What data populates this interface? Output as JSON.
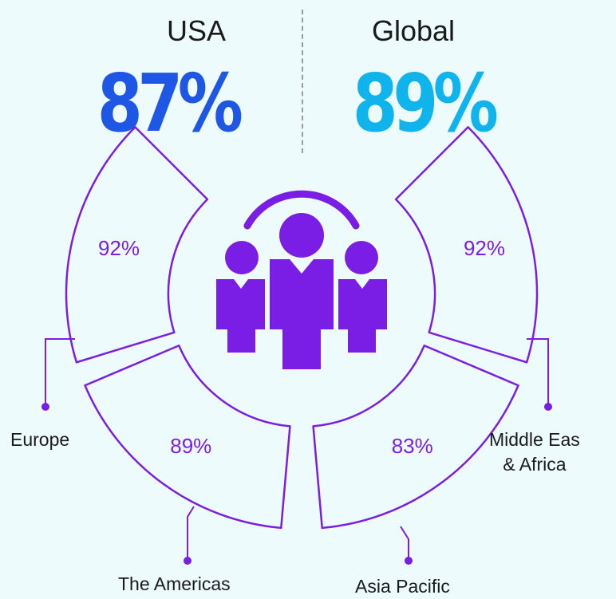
{
  "header": {
    "usa": {
      "label": "USA",
      "value": "87%"
    },
    "global": {
      "label": "Global",
      "value": "89%"
    }
  },
  "colors": {
    "usa": "#1e56e6",
    "global": "#10b4ec",
    "accent": "#7a1ee6",
    "background": "#eefbfd"
  },
  "icon": "people-group-icon",
  "chart_data": {
    "type": "pie",
    "categories": [
      "Europe",
      "The Americas",
      "Asia Pacific",
      "Middle Eas & Africa"
    ],
    "values": [
      92,
      89,
      83,
      92
    ],
    "labels": [
      "92%",
      "89%",
      "83%",
      "92%"
    ],
    "region_lines": [
      [
        "Europe"
      ],
      [
        "The Americas"
      ],
      [
        "Asia Pacific"
      ],
      [
        "Middle Eas",
        "& Africa"
      ]
    ]
  }
}
